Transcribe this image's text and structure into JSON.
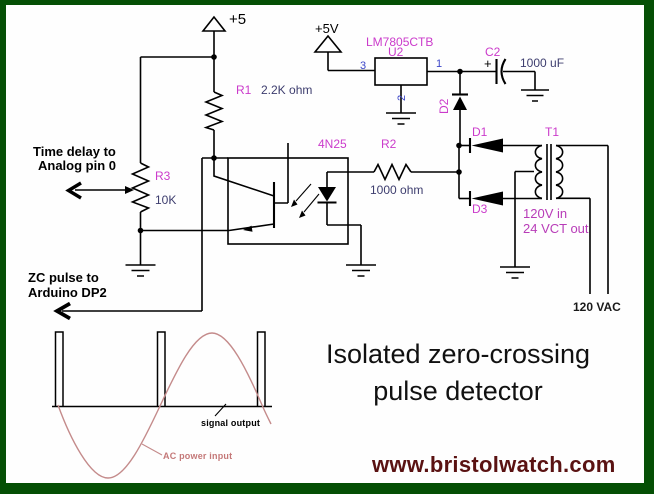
{
  "colors": {
    "border": "#054f05",
    "wire": "#000000",
    "ref_label": "#cb3bcb",
    "value_label": "#3d3d6e",
    "pin_label": "#3c46c8",
    "magenta_note": "#b83cb8",
    "sine": "#c48b8b",
    "ac_label": "#c47878",
    "website": "#5a1212",
    "title": "#111111"
  },
  "power": {
    "plus5": "+5",
    "plus5v": "+5V"
  },
  "regulator": {
    "part": "LM7805CTB",
    "ref": "U2",
    "pin_left": "3",
    "pin_right": "1",
    "pin_bottom": "2"
  },
  "capacitor": {
    "ref": "C2",
    "value": "1000 uF",
    "polarity": "+"
  },
  "resistors": {
    "r1": {
      "ref": "R1",
      "value": "2.2K ohm"
    },
    "r2": {
      "ref": "R2",
      "value": "1000 ohm"
    },
    "r3": {
      "ref": "R3",
      "value": "10K"
    }
  },
  "diodes": {
    "d1": "D1",
    "d2": "D2",
    "d3": "D3"
  },
  "optocoupler": {
    "ref": "4N25"
  },
  "transformer": {
    "ref": "T1",
    "spec1": "120V in",
    "spec2": "24 VCT out"
  },
  "ac_source": {
    "label": "120 VAC"
  },
  "notes": {
    "analog1": "Time delay to",
    "analog2": "Analog pin 0",
    "zc1": "ZC pulse to",
    "zc2": "Arduino DP2"
  },
  "waveform": {
    "signal": "signal output",
    "ac": "AC power input"
  },
  "caption": {
    "line1": "Isolated zero-crossing",
    "line2": "pulse detector"
  },
  "footer": {
    "website": "www.bristolwatch.com"
  }
}
